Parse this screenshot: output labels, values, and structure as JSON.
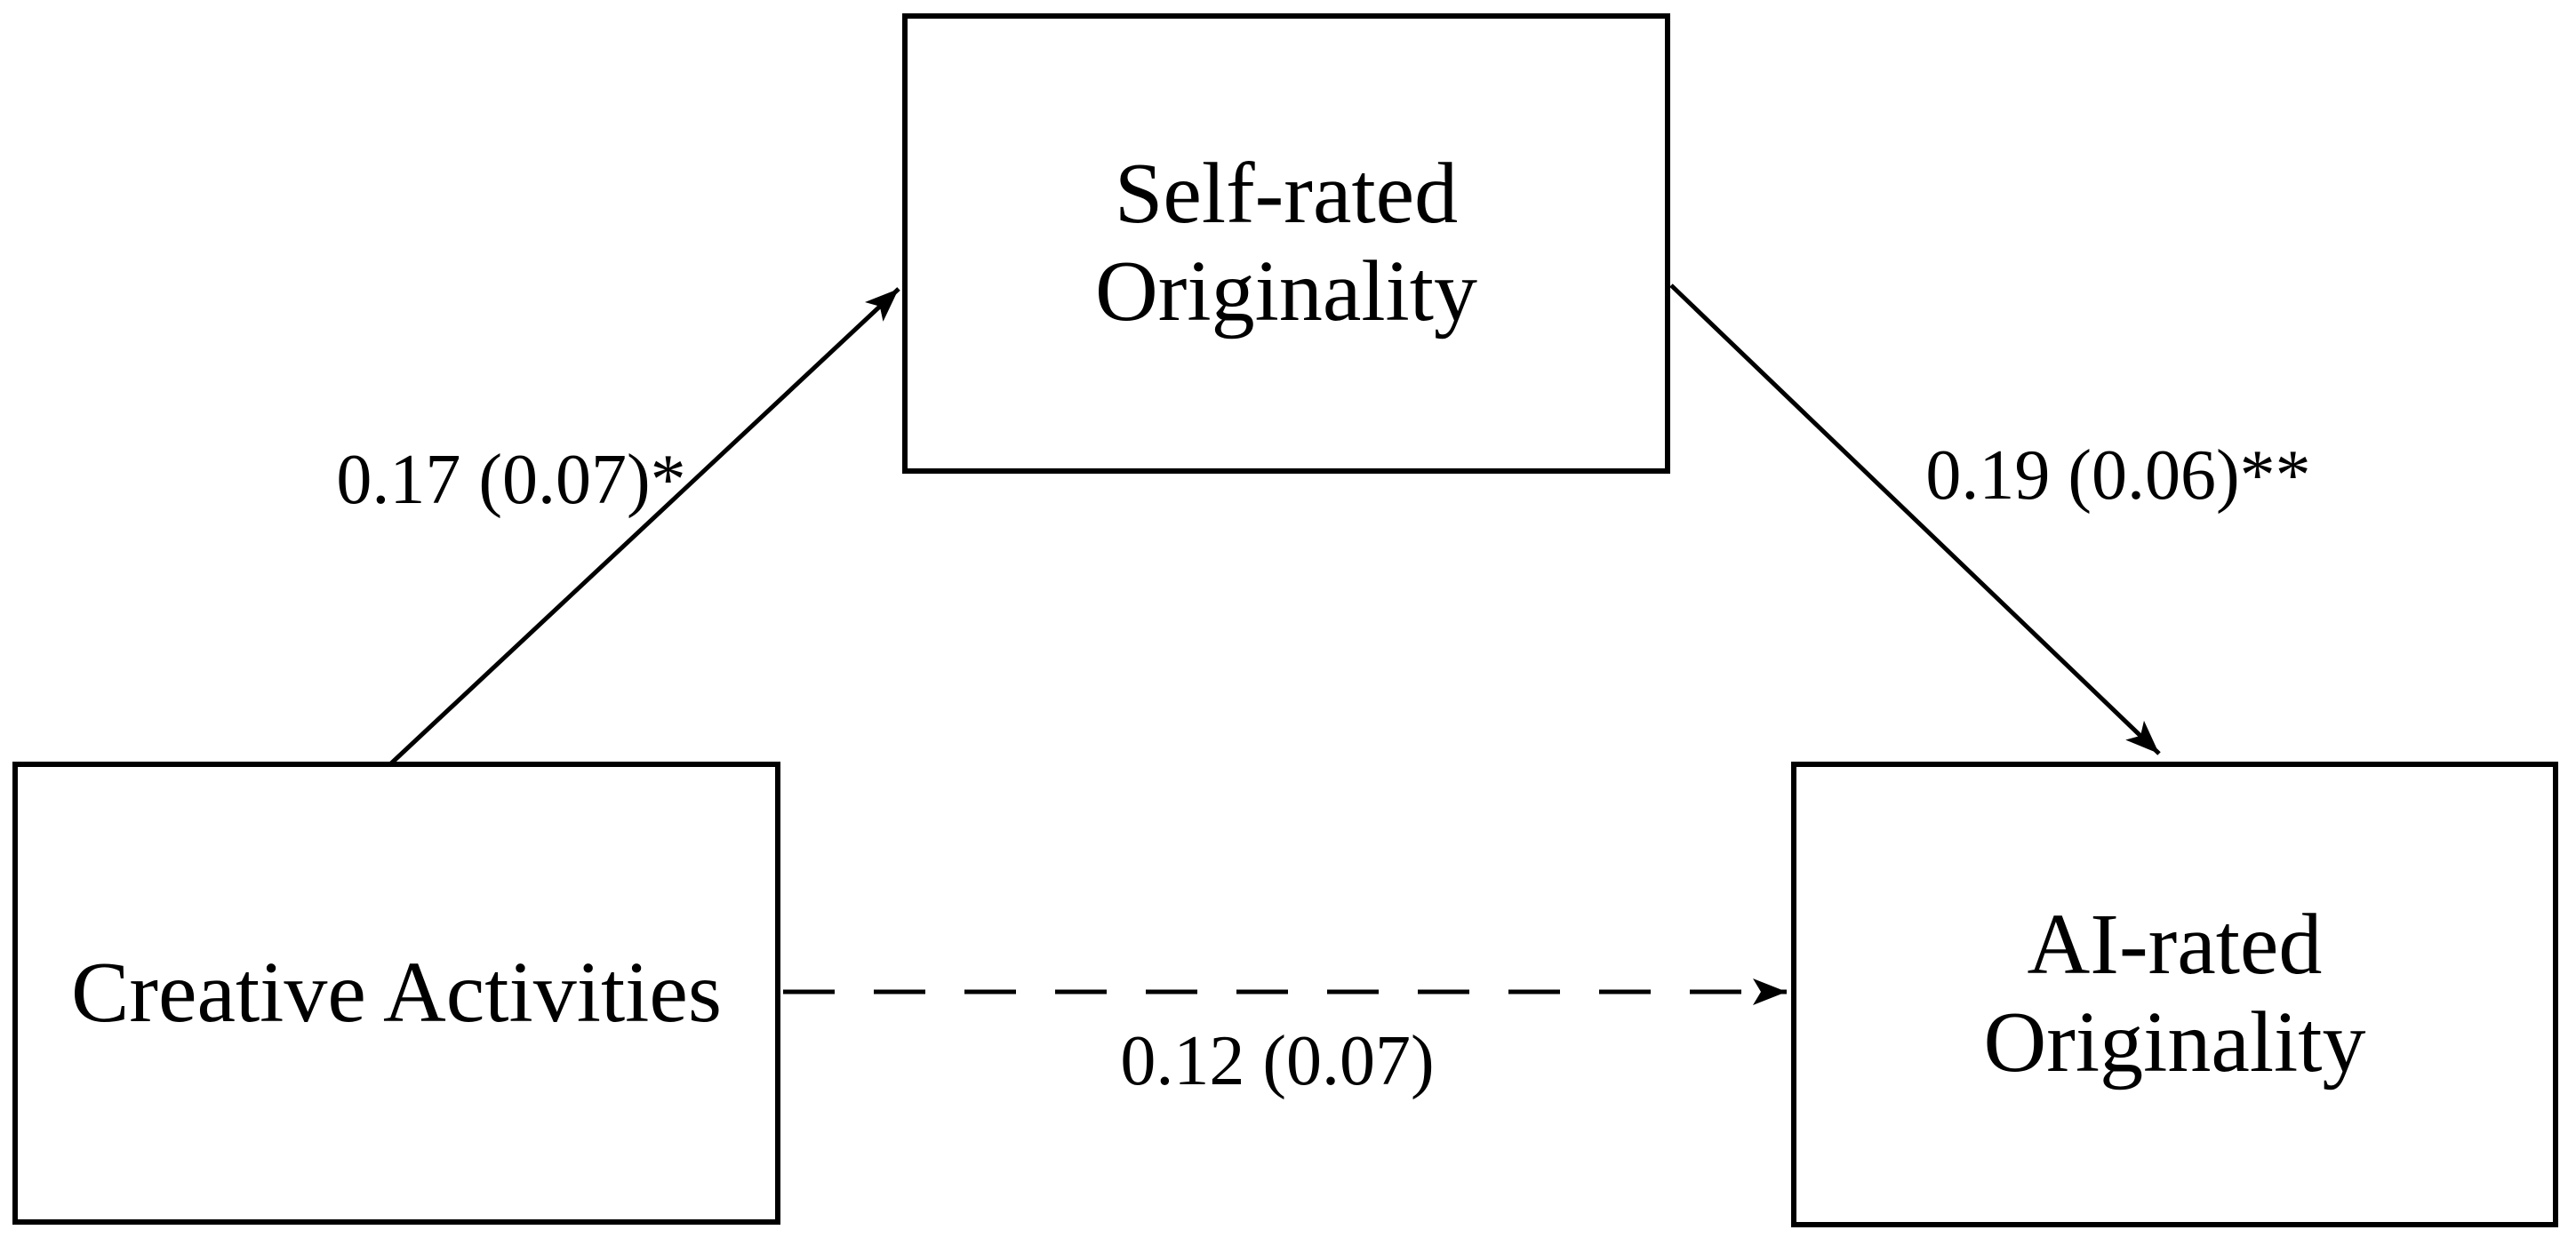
{
  "figure": {
    "type": "mediation-path-diagram",
    "background_color": "#ffffff",
    "stroke_color": "#000000",
    "text_color": "#000000"
  },
  "nodes": {
    "predictor": {
      "label": "Creative Activities"
    },
    "mediator": {
      "lines": [
        "Self-rated",
        "Originality"
      ]
    },
    "outcome": {
      "lines": [
        "AI-rated",
        "Originality"
      ]
    }
  },
  "paths": {
    "a": {
      "from": "Creative Activities",
      "to": "Self-rated Originality",
      "label": "0.17 (0.07)*",
      "style": "solid"
    },
    "b": {
      "from": "Self-rated Originality",
      "to": "AI-rated Originality",
      "label": "0.19 (0.06)**",
      "style": "solid"
    },
    "c": {
      "from": "Creative Activities",
      "to": "AI-rated Originality",
      "label": "0.12 (0.07)",
      "style": "dashed"
    }
  }
}
